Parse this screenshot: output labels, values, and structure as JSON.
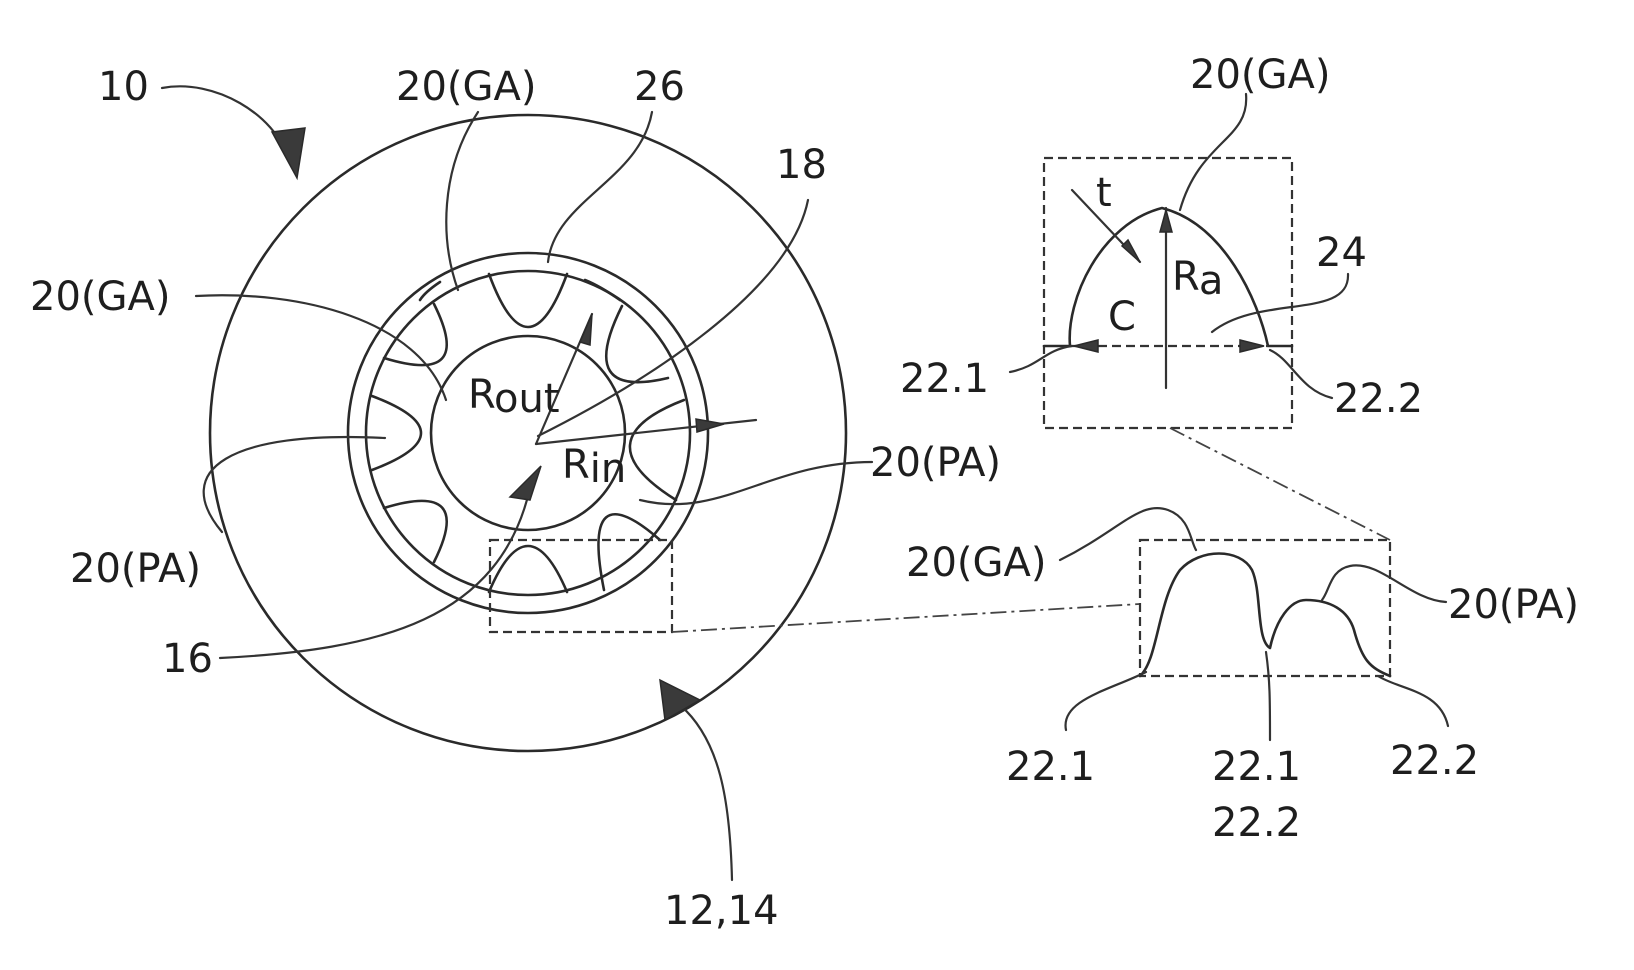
{
  "labels": {
    "gear_pump_ref": "10",
    "gear_addendum_top": "20(GA)",
    "root_arc_ref": "26",
    "center_line_ref": "18",
    "gear_addendum_left": "20(GA)",
    "outer_radius_letter": "R",
    "outer_radius_sub": "out",
    "inner_radius_letter": "R",
    "inner_radius_sub": "in",
    "pump_addendum_right": "20(PA)",
    "pump_addendum_left": "20(PA)",
    "bore_ref": "16",
    "housing_ref": "12,14",
    "detail_top_ga": "20(GA)",
    "thickness_letter": "t",
    "chord_letter": "C",
    "addendum_radius_letter": "R",
    "addendum_radius_sub": "a",
    "detail_ref_24": "24",
    "detail_left_flank": "22.1",
    "detail_right_flank": "22.2",
    "detail_bottom_ga": "20(GA)",
    "detail_bottom_pa": "20(PA)",
    "bottom_flank_left": "22.1",
    "bottom_flank_mid_a": "22.1",
    "bottom_flank_mid_b": "22.2",
    "bottom_flank_right": "22.2"
  }
}
